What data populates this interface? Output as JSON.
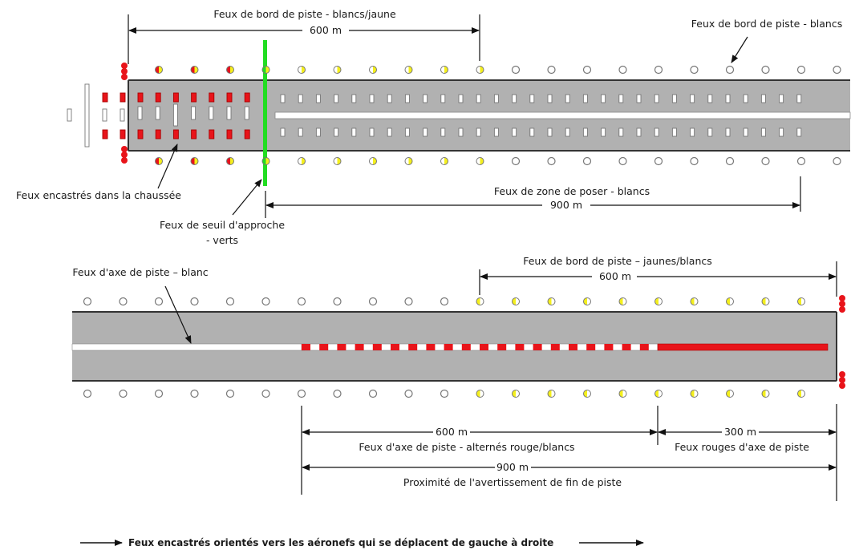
{
  "colors": {
    "runway": "#b1b1b1",
    "runway_edge": "#333333",
    "red": "#e8141a",
    "yellow": "#f4ef1c",
    "green": "#22dd22",
    "white": "#ffffff",
    "light_outline": "#777777"
  },
  "top_diagram": {
    "labels": {
      "edge_white_yellow": "Feux de bord de piste - blancs/jaune",
      "edge_white_yellow_dist": "600 m",
      "edge_white": "Feux de bord de piste - blancs",
      "inset_lights": "Feux encastrés dans la chaussée",
      "threshold_line1": "Feux de seuil d'approche",
      "threshold_line2": "- verts",
      "tdz": "Feux de zone de poser - blancs",
      "tdz_dist": "900 m"
    },
    "edge_lights": [
      "red-yellow",
      "red-yellow",
      "red-yellow",
      "green-yellow",
      "white-yellow",
      "white-yellow",
      "white-yellow",
      "white-yellow",
      "white-yellow",
      "white-yellow",
      "white",
      "white",
      "white",
      "white",
      "white",
      "white",
      "white",
      "white",
      "white",
      "white"
    ]
  },
  "bottom_diagram": {
    "labels": {
      "centerline_white": "Feux d'axe de piste – blanc",
      "edge_yellow_white": "Feux de bord de piste – jaunes/blancs",
      "edge_yellow_white_dist": "600 m",
      "alt_dist": "600 m",
      "alt_label": "Feux d'axe de piste - alternés rouge/blancs",
      "red_dist": "300 m",
      "red_label": "Feux rouges d'axe de piste",
      "warning_dist": "900 m",
      "warning_label": "Proximité de l'avertissement de fin de piste"
    },
    "edge_lights": [
      "white",
      "white",
      "white",
      "white",
      "white",
      "white",
      "white",
      "white",
      "white",
      "white",
      "white",
      "yellow-white",
      "yellow-white",
      "yellow-white",
      "yellow-white",
      "yellow-white",
      "yellow-white",
      "yellow-white",
      "yellow-white",
      "yellow-white",
      "yellow-white"
    ]
  },
  "footer": {
    "note": "Feux encastrés orientés vers les aéronefs qui se déplacent de gauche à droite"
  }
}
